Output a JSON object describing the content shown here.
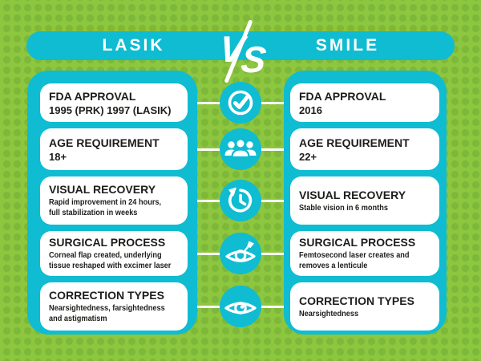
{
  "header": {
    "left_title": "LASIK",
    "right_title": "SMILE",
    "vs_left": "V",
    "vs_right": "S"
  },
  "rows": [
    {
      "icon": "check-circle-icon",
      "left": {
        "title": "FDA APPROVAL",
        "desc": "1995 (PRK) 1997 (LASIK)"
      },
      "right": {
        "title": "FDA APPROVAL",
        "desc": "2016"
      }
    },
    {
      "icon": "people-icon",
      "left": {
        "title": "AGE REQUIREMENT",
        "desc": "18+"
      },
      "right": {
        "title": "AGE REQUIREMENT",
        "desc": "22+"
      }
    },
    {
      "icon": "history-clock-icon",
      "left": {
        "title": "VISUAL RECOVERY",
        "desc": "Rapid improvement in 24 hours,\nfull stabilization in weeks"
      },
      "right": {
        "title": "VISUAL RECOVERY",
        "desc": "Stable vision in 6 months"
      }
    },
    {
      "icon": "laser-eye-icon",
      "left": {
        "title": "SURGICAL PROCESS",
        "desc": "Corneal flap created, underlying\ntissue reshaped with excimer laser"
      },
      "right": {
        "title": "SURGICAL PROCESS",
        "desc": "Femtosecond laser creates and\nremoves a lenticule"
      }
    },
    {
      "icon": "eye-icon",
      "left": {
        "title": "CORRECTION TYPES",
        "desc": "Nearsightedness, farsightedness\nand astigmatism"
      },
      "right": {
        "title": "CORRECTION TYPES",
        "desc": "Nearsightedness"
      }
    }
  ],
  "colors": {
    "background_green": "#8dc63f",
    "halftone_green": "#7ab338",
    "cyan": "#0fbcd2",
    "card_white": "#ffffff",
    "text_dark": "#1d1d1b"
  }
}
